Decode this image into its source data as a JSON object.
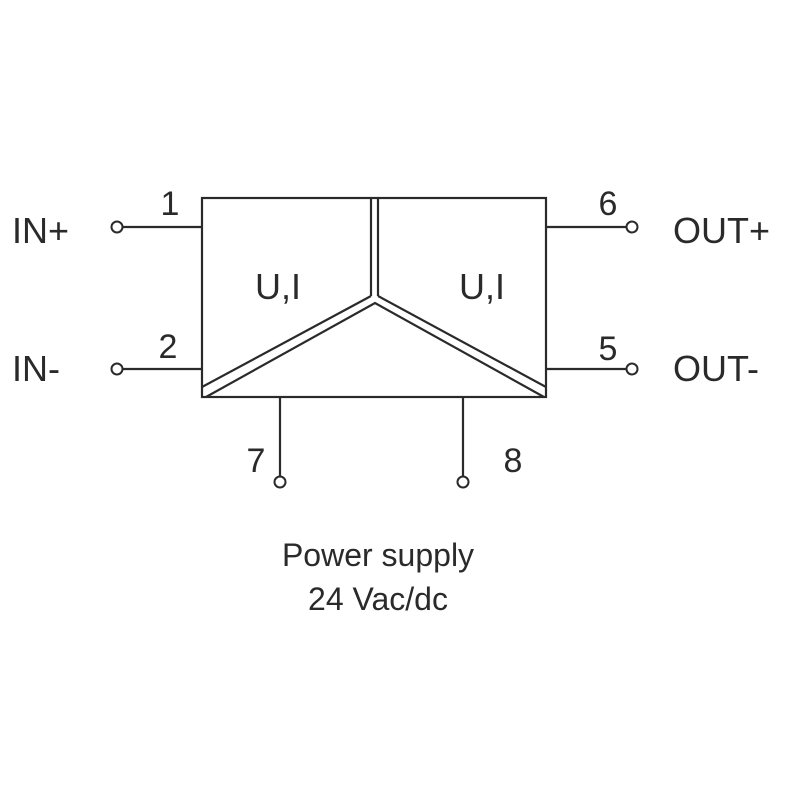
{
  "block": {
    "left_label": "U,I",
    "right_label": "U,I"
  },
  "terminals": {
    "in_plus": {
      "label": "IN+",
      "number": "1"
    },
    "in_minus": {
      "label": "IN-",
      "number": "2"
    },
    "out_plus": {
      "label": "OUT+",
      "number": "6"
    },
    "out_minus": {
      "label": "OUT-",
      "number": "5"
    },
    "supply_a": {
      "number": "7"
    },
    "supply_b": {
      "number": "8"
    }
  },
  "power": {
    "line1": "Power supply",
    "line2": "24 Vac/dc"
  }
}
